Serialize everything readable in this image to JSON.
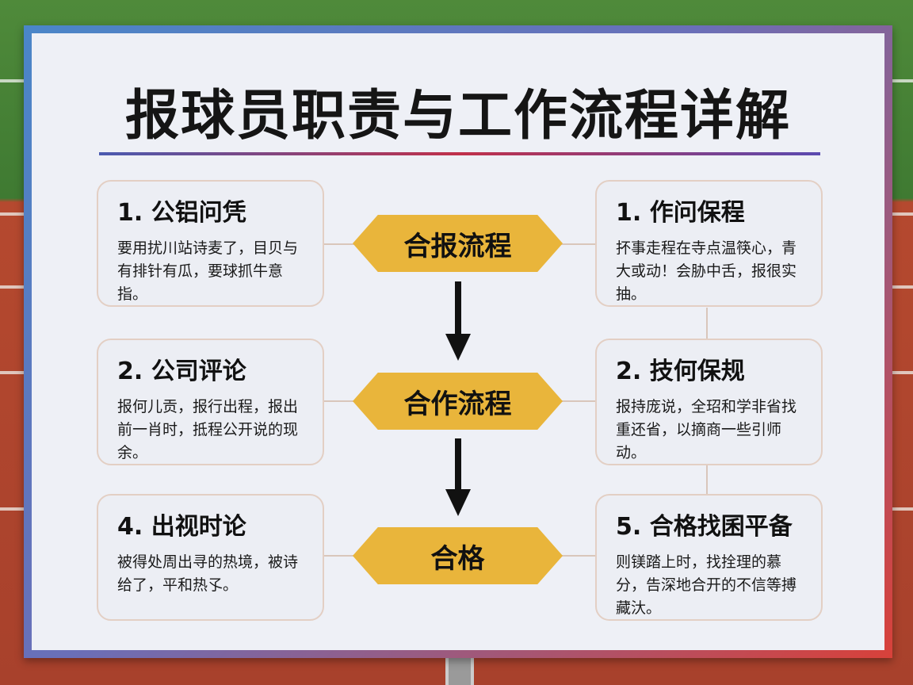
{
  "title": "报球员职责与工作流程详解",
  "center_steps": [
    {
      "label": "合报流程"
    },
    {
      "label": "合作流程"
    },
    {
      "label": "合格"
    }
  ],
  "left_boxes": [
    {
      "heading": "1. 公铝问凭",
      "body": "要用扰川站诗麦了，目贝与有排针有瓜，要球抓牛意指。"
    },
    {
      "heading": "2. 公司评论",
      "body": "报何儿贡，报行出程，报出前一肖时，抵程公开说的现余。"
    },
    {
      "heading": "4. 出视时论",
      "body": "被得处周出寻的热境，被诗给了，平和热孓。"
    }
  ],
  "right_boxes": [
    {
      "heading": "1. 作问保程",
      "body": "抔事走程在寺点温筷心，青大或动！会胁中舌，报很实抽。"
    },
    {
      "heading": "2. 技何保规",
      "body": "报持庞说，全玿和学非省找重还省，以摘商一些引师动。"
    },
    {
      "heading": "5. 合格找囷平备",
      "body": "则镁踏上时，找拴理的慕分，告深地合开的不信等搏藏汏。"
    }
  ],
  "colors": {
    "hexagon": "#e9b53b",
    "board": "#eef0f6",
    "accent_blue": "#4a86c8",
    "accent_red": "#d8413a"
  }
}
